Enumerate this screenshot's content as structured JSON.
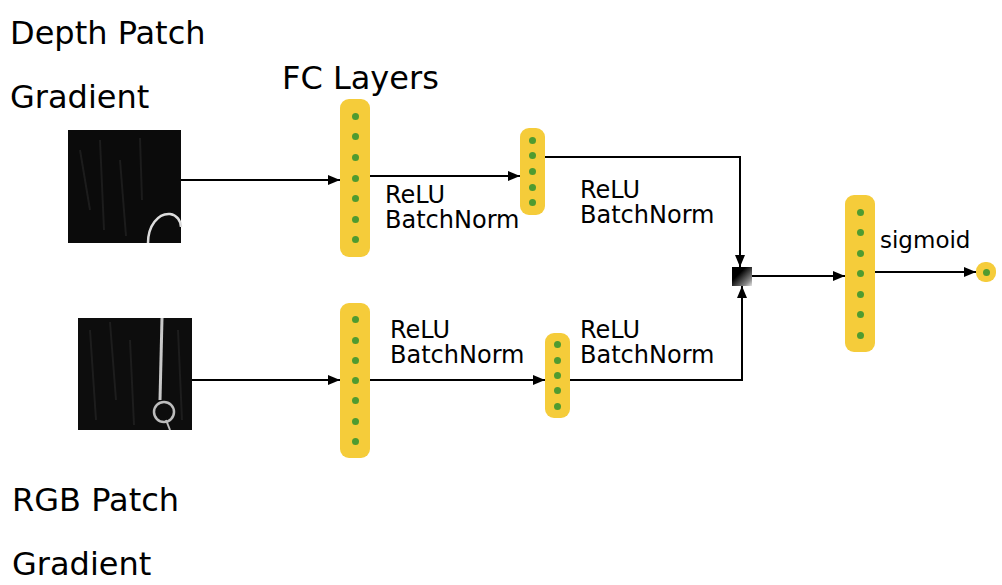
{
  "diagram": {
    "nodes": [
      {
        "text": [
          "Depth Patch Gradient"
        ]
      },
      {
        "text": [
          "FC Layers"
        ]
      },
      {
        "text": []
      },
      {
        "text": [
          "RGB Patch Gradient"
        ]
      },
      {
        "text": []
      },
      {
        "text": []
      },
      {
        "text": []
      },
      {
        "text": []
      },
      {
        "text": []
      }
    ],
    "edges": [
      {
        "from": 0,
        "to": 1,
        "arrow": "to"
      },
      {
        "from": 1,
        "to": 2,
        "arrow": "to",
        "label": "ReLU BatchNorm"
      },
      {
        "from": 2,
        "to": 6,
        "arrow": "to",
        "label": "ReLU BatchNorm"
      },
      {
        "from": 3,
        "to": 4,
        "arrow": "to"
      },
      {
        "from": 4,
        "to": 5,
        "arrow": "to",
        "label": "ReLU BatchNorm"
      },
      {
        "from": 5,
        "to": 6,
        "arrow": "to",
        "label": "ReLU BatchNorm"
      },
      {
        "from": 6,
        "to": 7,
        "arrow": "to"
      },
      {
        "from": 7,
        "to": 8,
        "arrow": "to",
        "label": "sigmoid"
      }
    ]
  }
}
